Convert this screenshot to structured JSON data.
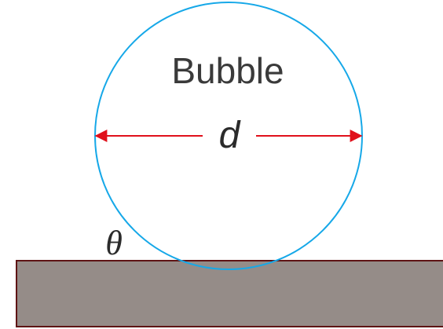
{
  "labels": {
    "bubble": "Bubble",
    "diameter": "d",
    "angle": "θ"
  },
  "colors": {
    "bubble_stroke": "#16a8e8",
    "arrow": "#e0101b",
    "substrate_fill": "#958c88",
    "substrate_stroke": "#5e1414",
    "text": "#333333"
  }
}
